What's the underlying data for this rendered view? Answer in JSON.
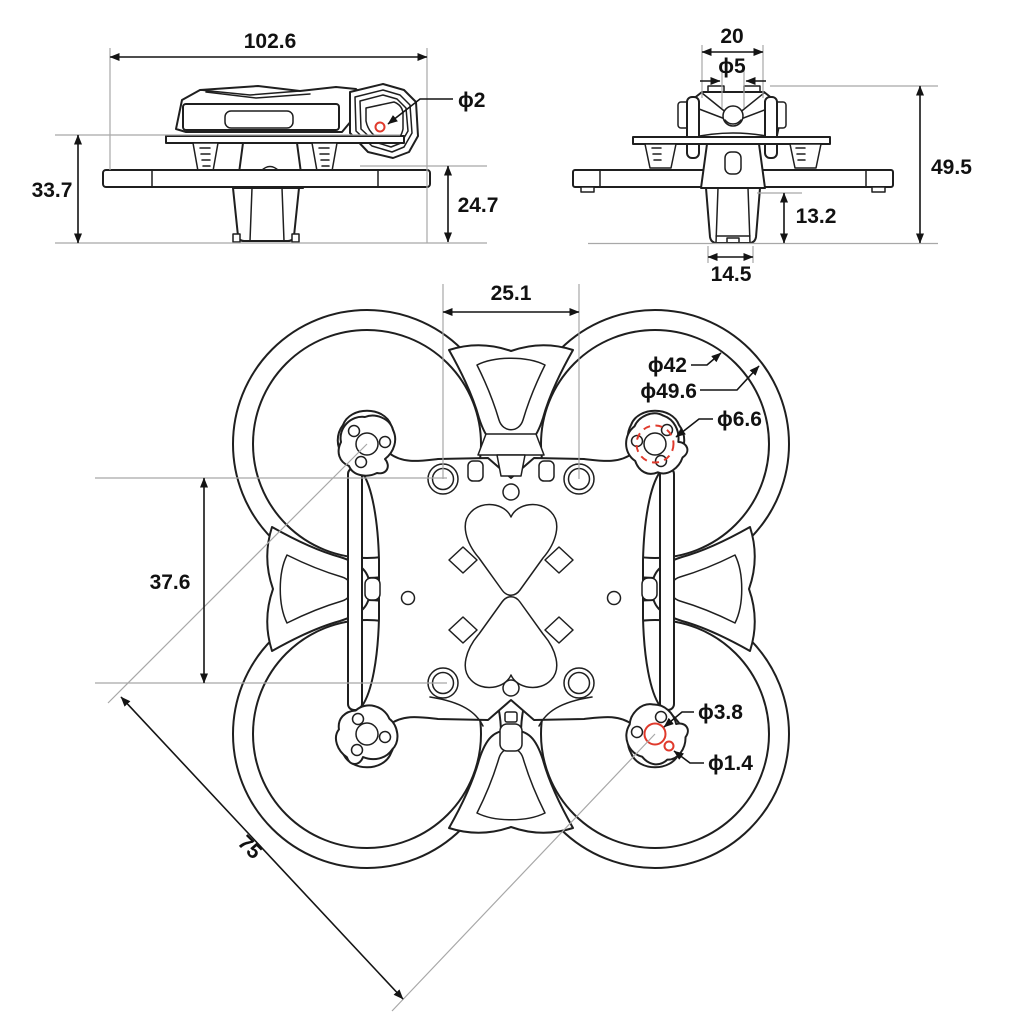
{
  "drawing": {
    "kind": "drone-frame-dimension-drawing",
    "units_note": "",
    "colors": {
      "line": "#1f1f1f",
      "extension": "#a8a8a8",
      "dimension": "#141414",
      "highlight_red": "#e03a2c",
      "background": "#ffffff"
    },
    "side_view": {
      "overall_length": "102.6",
      "camera_screw_hole": "ϕ2",
      "lower_height": "33.7",
      "duct_height": "24.7"
    },
    "front_view": {
      "camera_mount_width": "20",
      "lens_diameter": "ϕ5",
      "overall_height": "49.5",
      "battery_slot_height": "13.2",
      "battery_slot_width": "14.5"
    },
    "top_view": {
      "grommet_spacing": "25.1",
      "duct_inner_diameter": "ϕ42",
      "duct_outer_diameter": "ϕ49.6",
      "motor_boss_diameter": "ϕ6.6",
      "plate_hole_spacing": "37.6",
      "motor_shaft_hole": "ϕ3.8",
      "motor_pin_hole": "ϕ1.4",
      "motor_pitch_diagonal": "75"
    }
  }
}
